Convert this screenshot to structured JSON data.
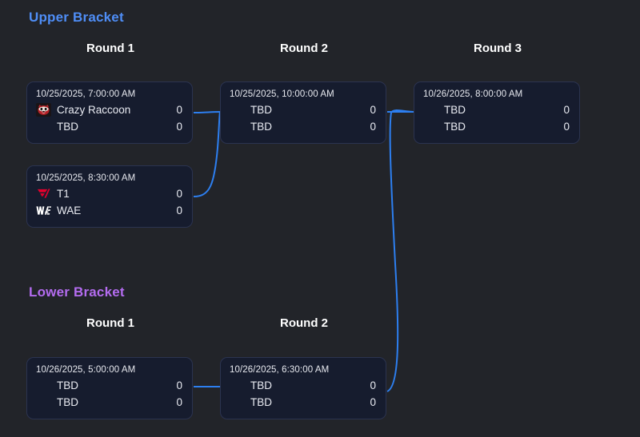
{
  "page": {
    "background_color": "#222429",
    "accent_line_color": "#2d7ff0"
  },
  "brackets": [
    {
      "id": "upper",
      "title": "Upper Bracket",
      "title_color": "#4f8ef7",
      "rounds": [
        {
          "label": "Round 1"
        },
        {
          "label": "Round 2"
        },
        {
          "label": "Round 3"
        }
      ]
    },
    {
      "id": "lower",
      "title": "Lower Bracket",
      "title_color": "#b46cf0",
      "rounds": [
        {
          "label": "Round 1"
        },
        {
          "label": "Round 2"
        }
      ]
    }
  ],
  "matches": {
    "upper_r1_m1": {
      "time": "10/25/2025, 7:00:00 AM",
      "teams": [
        {
          "name": "Crazy Raccoon",
          "score": "0",
          "logo": "crazy-raccoon-logo"
        },
        {
          "name": "TBD",
          "score": "0",
          "logo": ""
        }
      ]
    },
    "upper_r1_m2": {
      "time": "10/25/2025, 8:30:00 AM",
      "teams": [
        {
          "name": "T1",
          "score": "0",
          "logo": "t1-logo"
        },
        {
          "name": "WAE",
          "score": "0",
          "logo": "wae-logo"
        }
      ]
    },
    "upper_r2_m1": {
      "time": "10/25/2025, 10:00:00 AM",
      "teams": [
        {
          "name": "TBD",
          "score": "0",
          "logo": ""
        },
        {
          "name": "TBD",
          "score": "0",
          "logo": ""
        }
      ]
    },
    "upper_r3_m1": {
      "time": "10/26/2025, 8:00:00 AM",
      "teams": [
        {
          "name": "TBD",
          "score": "0",
          "logo": ""
        },
        {
          "name": "TBD",
          "score": "0",
          "logo": ""
        }
      ]
    },
    "lower_r1_m1": {
      "time": "10/26/2025, 5:00:00 AM",
      "teams": [
        {
          "name": "TBD",
          "score": "0",
          "logo": ""
        },
        {
          "name": "TBD",
          "score": "0",
          "logo": ""
        }
      ]
    },
    "lower_r2_m1": {
      "time": "10/26/2025, 6:30:00 AM",
      "teams": [
        {
          "name": "TBD",
          "score": "0",
          "logo": ""
        },
        {
          "name": "TBD",
          "score": "0",
          "logo": ""
        }
      ]
    }
  }
}
